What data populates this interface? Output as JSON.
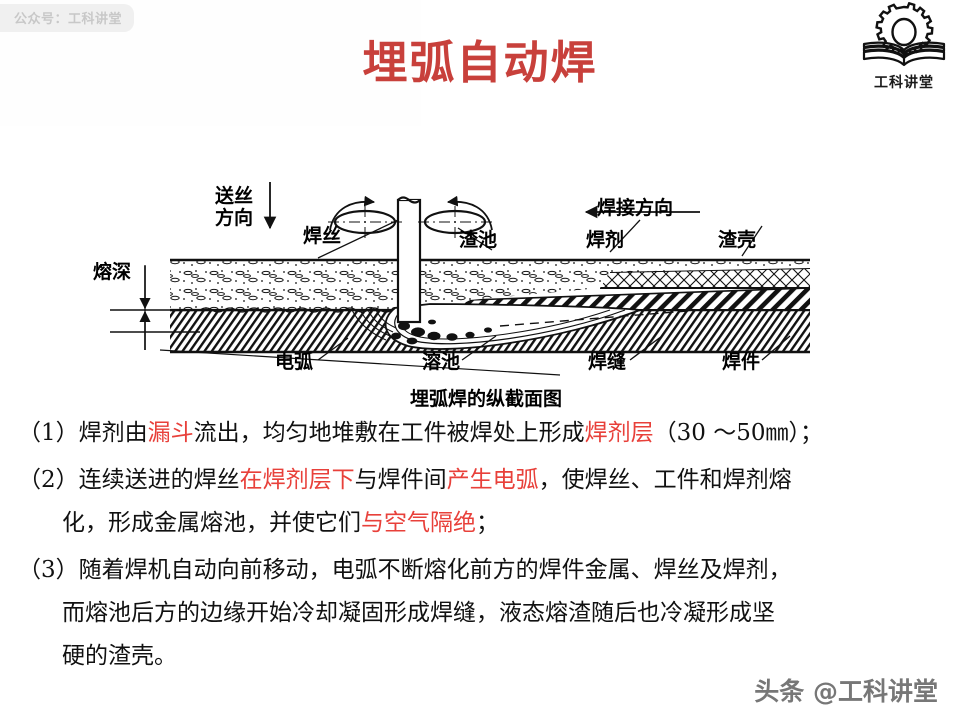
{
  "slide": {
    "title": "埋弧自动焊",
    "title_color": "#c8403b",
    "background": "#ffffff"
  },
  "watermarks": {
    "top_left": "公众号：工科讲堂",
    "bottom_right": "头条 @工科讲堂"
  },
  "logo": {
    "icon": "gear-over-book-icon",
    "text": "工科讲堂"
  },
  "diagram": {
    "caption": "埋弧焊的纵截面图",
    "labels": {
      "feed_direction_line1": "送丝",
      "feed_direction_line2": "方向",
      "welding_wire": "焊丝",
      "slag_pool": "渣池",
      "welding_direction": "焊接方向",
      "flux": "焊剂",
      "slag_crust": "渣壳",
      "penetration_depth": "熔深",
      "arc": "电弧",
      "molten_pool": "溶池",
      "weld_seam": "焊缝",
      "workpiece": "焊件"
    }
  },
  "body": {
    "items": [
      {
        "lines": [
          [
            {
              "t": "（1）焊剂由",
              "c": "black"
            },
            {
              "t": "漏斗",
              "c": "red"
            },
            {
              "t": "流出，均匀地堆敷在工件被焊处上形成",
              "c": "black"
            },
            {
              "t": "焊剂层",
              "c": "red"
            },
            {
              "t": "（30 ～50㎜）；",
              "c": "black"
            }
          ]
        ]
      },
      {
        "lines": [
          [
            {
              "t": "（2）连续送进的焊丝",
              "c": "black"
            },
            {
              "t": "在焊剂层下",
              "c": "red"
            },
            {
              "t": "与焊件间",
              "c": "black"
            },
            {
              "t": "产生电弧",
              "c": "red"
            },
            {
              "t": "，使焊丝、工件和焊剂熔",
              "c": "black"
            }
          ],
          [
            {
              "t": "化，形成金属熔池，并使它们",
              "c": "black"
            },
            {
              "t": "与空气隔绝",
              "c": "red"
            },
            {
              "t": "；",
              "c": "black"
            }
          ]
        ]
      },
      {
        "lines": [
          [
            {
              "t": "（3）随着焊机自动向前移动，电弧不断熔化前方的焊件金属、焊丝及焊剂，",
              "c": "black"
            }
          ],
          [
            {
              "t": "而熔池后方的边缘开始冷却凝固形成焊缝，液态熔渣随后也冷凝形成坚",
              "c": "black"
            }
          ],
          [
            {
              "t": "硬的渣壳。",
              "c": "black"
            }
          ]
        ]
      }
    ],
    "red_color": "#e8403a"
  }
}
